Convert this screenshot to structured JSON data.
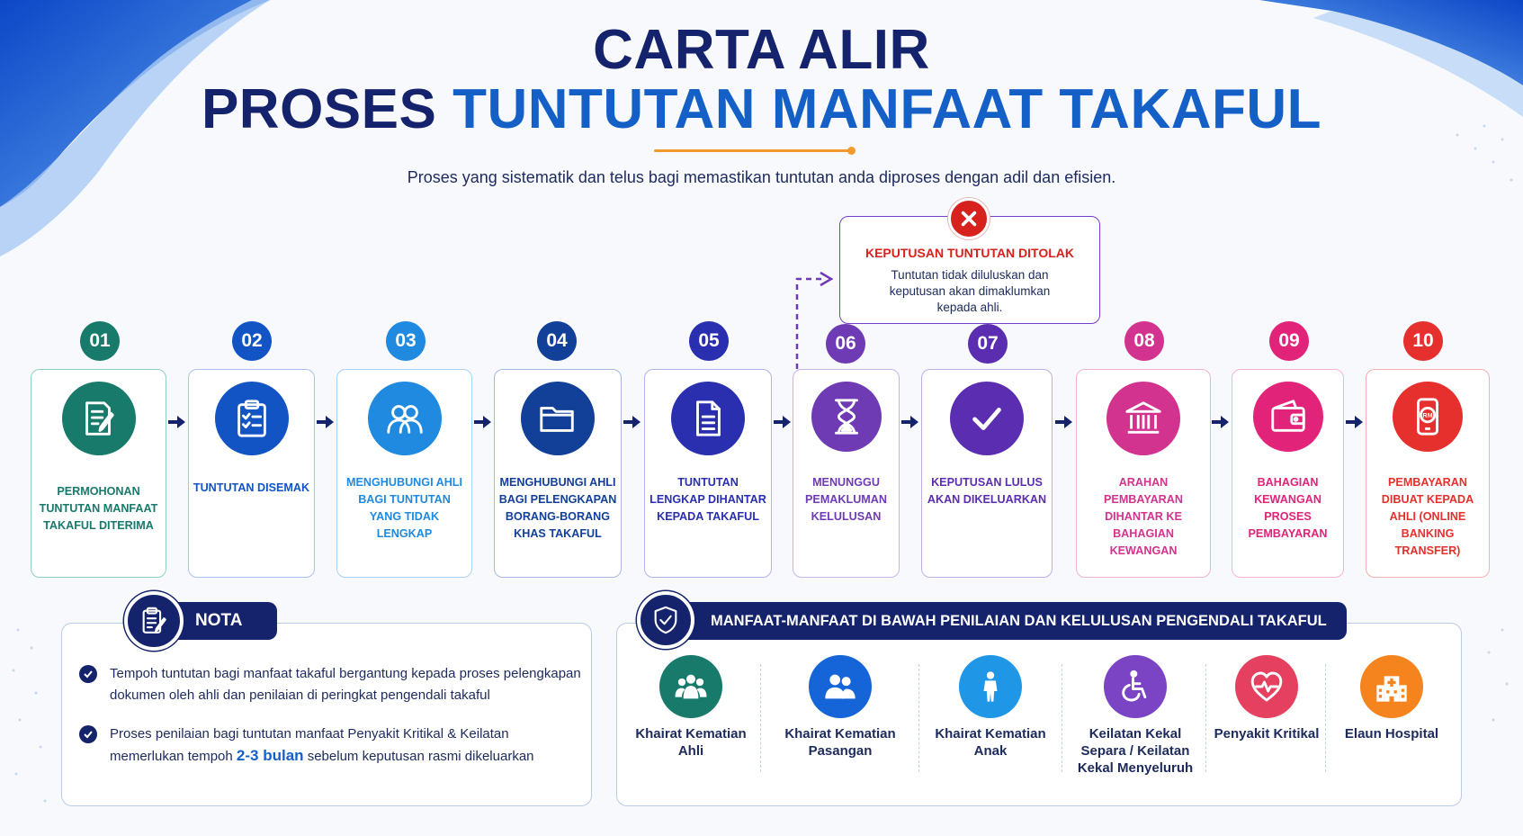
{
  "header": {
    "title_line1": "CARTA ALIR",
    "title_line2_part1": "PROSES",
    "title_line2_part2": "TUNTUTAN MANFAAT TAKAFUL",
    "subtitle": "Proses yang sistematik dan telus bagi memastikan tuntutan anda diproses dengan adil dan efisien."
  },
  "colors": {
    "navy": "#14236b",
    "blue": "#1560c7",
    "orange": "#f29a2e",
    "red": "#d7211c",
    "purple": "#7a3ccf"
  },
  "steps": [
    {
      "number": "01",
      "label": "Permohonan Tuntutan Manfaat Takaful Diterima",
      "icon": "document-pen-icon",
      "color": "#177a6b"
    },
    {
      "number": "02",
      "label": "Tuntutan Disemak",
      "icon": "clipboard-check-icon",
      "color": "#1254c4"
    },
    {
      "number": "03",
      "label": "Menghubungi Ahli Bagi Tuntutan Yang Tidak Lengkap",
      "icon": "users-icon",
      "color": "#1f8ae0"
    },
    {
      "number": "04",
      "label": "Menghubungi Ahli Bagi Pelengkapan Borang-Borang Khas Takaful",
      "icon": "folder-icon",
      "color": "#123f97"
    },
    {
      "number": "05",
      "label": "Tuntutan Lengkap Dihantar Kepada Takaful",
      "icon": "file-icon",
      "color": "#2a2fb0"
    },
    {
      "number": "06",
      "label": "Menunggu Pemakluman Kelulusan",
      "icon": "hourglass-icon",
      "color": "#6f3bb5"
    },
    {
      "number": "07",
      "label": "Keputusan Lulus Akan Dikeluarkan",
      "icon": "check-icon",
      "color": "#5b2db0"
    },
    {
      "number": "08",
      "label": "Arahan Pembayaran Dihantar Ke Bahagian Kewangan",
      "icon": "bank-icon",
      "color": "#d2338f"
    },
    {
      "number": "09",
      "label": "Bahagian Kewangan Proses Pembayaran",
      "icon": "wallet-icon",
      "color": "#e1237a"
    },
    {
      "number": "10",
      "label": "Pembayaran Dibuat Kepada Ahli (Online Banking Transfer)",
      "icon": "mobile-payment-icon",
      "color": "#e5302d",
      "icon_text": "RM"
    }
  ],
  "rejected": {
    "title": "KEPUTUSAN TUNTUTAN DITOLAK",
    "description": "Tuntutan tidak diluluskan dan keputusan akan dimaklumkan kepada ahli.",
    "icon": "close-icon"
  },
  "nota": {
    "title": "NOTA",
    "icon": "clipboard-pen-icon",
    "item1": "Tempoh tuntutan bagi manfaat takaful bergantung kepada proses pelengkapan dokumen oleh ahli dan penilaian di peringkat pengendali takaful",
    "item2_before": "Proses penilaian bagi tuntutan manfaat Penyakit Kritikal & Keilatan memerlukan tempoh",
    "item2_highlight": "2-3 bulan",
    "item2_after": "sebelum keputusan rasmi dikeluarkan"
  },
  "benefits": {
    "title": "MANFAAT-MANFAAT DI BAWAH PENILAIAN DAN KELULUSAN PENGENDALI TAKAFUL",
    "icon": "shield-check-icon",
    "items": [
      {
        "label": "Khairat Kematian Ahli",
        "icon": "group-icon",
        "color": "#177a6b"
      },
      {
        "label": "Khairat Kematian Pasangan",
        "icon": "couple-icon",
        "color": "#1565d8"
      },
      {
        "label": "Khairat Kematian Anak",
        "icon": "child-icon",
        "color": "#1f97e6"
      },
      {
        "label": "Keilatan Kekal Separa / Keilatan Kekal Menyeluruh",
        "icon": "wheelchair-icon",
        "color": "#7a44c4"
      },
      {
        "label": "Penyakit Kritikal",
        "icon": "heart-pulse-icon",
        "color": "#e5405f"
      },
      {
        "label": "Elaun Hospital",
        "icon": "hospital-icon",
        "color": "#f5841f"
      }
    ]
  }
}
